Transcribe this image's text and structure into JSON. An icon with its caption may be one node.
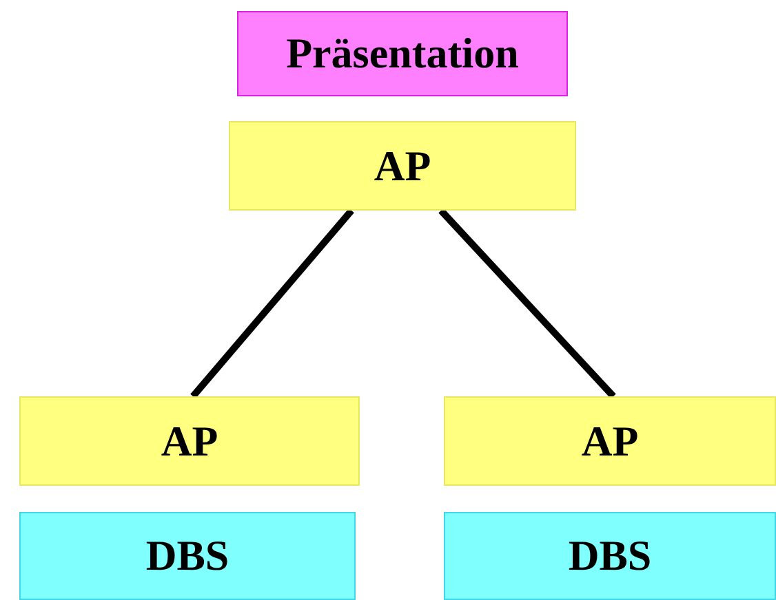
{
  "diagram": {
    "nodes": [
      {
        "text": [
          "Präsentation"
        ]
      },
      {
        "text": [
          "AP"
        ]
      },
      {
        "text": [
          "AP"
        ]
      },
      {
        "text": [
          "AP"
        ]
      },
      {
        "text": [
          "DBS"
        ]
      },
      {
        "text": [
          "DBS"
        ]
      }
    ],
    "edges": [
      {
        "from": 1,
        "to": 2,
        "arrow": "none"
      },
      {
        "from": 1,
        "to": 3,
        "arrow": "none"
      }
    ]
  }
}
